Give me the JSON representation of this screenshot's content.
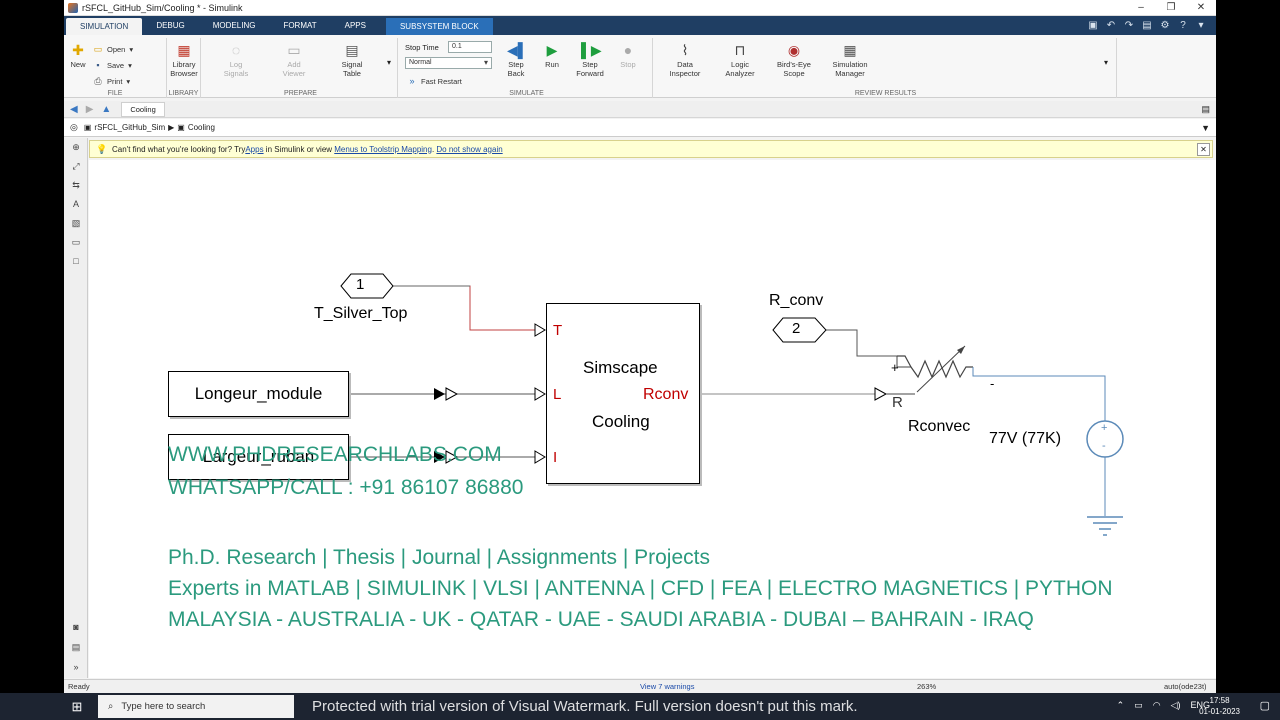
{
  "window": {
    "title": "rSFCL_GitHub_Sim/Cooling * - Simulink"
  },
  "tabs": [
    "SIMULATION",
    "DEBUG",
    "MODELING",
    "FORMAT",
    "APPS",
    "SUBSYSTEM BLOCK"
  ],
  "ribbon": {
    "file": {
      "label": "FILE",
      "new": "New",
      "open": "Open",
      "save": "Save",
      "print": "Print"
    },
    "library": {
      "label": "LIBRARY",
      "browser_1": "Library",
      "browser_2": "Browser"
    },
    "prepare": {
      "label": "PREPARE",
      "log_1": "Log",
      "log_2": "Signals",
      "add_1": "Add",
      "add_2": "Viewer",
      "table_1": "Signal",
      "table_2": "Table"
    },
    "simulate": {
      "label": "SIMULATE",
      "stop_time_label": "Stop Time",
      "stop_time": "0.1",
      "mode": "Normal",
      "fast_restart": "Fast Restart",
      "step_back_1": "Step",
      "step_back_2": "Back",
      "run": "Run",
      "step_fwd_1": "Step",
      "step_fwd_2": "Forward",
      "stop": "Stop"
    },
    "review": {
      "label": "REVIEW RESULTS",
      "di_1": "Data",
      "di_2": "Inspector",
      "la_1": "Logic",
      "la_2": "Analyzer",
      "be_1": "Bird's-Eye",
      "be_2": "Scope",
      "sm_1": "Simulation",
      "sm_2": "Manager"
    }
  },
  "nav": {
    "tab": "Cooling"
  },
  "address": {
    "root": "rSFCL_GitHub_Sim",
    "child": "Cooling"
  },
  "info": {
    "prefix": "Can't find what you're looking for? Try ",
    "apps_link": "Apps",
    "mid": " in Simulink or view ",
    "menus_link": "Menus to Toolstrip Mapping",
    "dot": ". ",
    "dismiss_link": "Do not show again"
  },
  "diagram": {
    "inport1_num": "1",
    "inport1_name": "T_Silver_Top",
    "outport2_num": "2",
    "outport2_name": "R_conv",
    "block1": "Longeur_module",
    "block2": "Largeur_ruban",
    "subsystem_line1": "Simscape",
    "subsystem_line2": "Cooling",
    "port_t": "T",
    "port_l": "L",
    "port_i": "I",
    "port_rconv": "Rconv",
    "port_r": "R",
    "resistor_name": "Rconvec",
    "plus": "+",
    "minus": "-",
    "source_label": "77V (77K)"
  },
  "watermark": {
    "line1": "WWW.PHDRESEARCHLABS.COM",
    "line2": "WHATSAPP/CALL : +91 86107 86880",
    "line3": "Ph.D. Research | Thesis | Journal | Assignments | Projects",
    "line4": "Experts in MATLAB | SIMULINK | VLSI | ANTENNA | CFD | FEA | ELECTRO MAGNETICS | PYTHON",
    "line5": "MALAYSIA - AUSTRALIA - UK - QATAR - UAE - SAUDI ARABIA - DUBAI – BAHRAIN - IRAQ"
  },
  "status": {
    "left": "Ready",
    "warnings": "View 7 warnings",
    "zoom": "263%",
    "solver": "auto(ode23t)"
  },
  "taskbar": {
    "search_placeholder": "Type here to search",
    "trial": "Protected with trial version of Visual Watermark. Full version doesn't put this mark.",
    "lang": "ENG",
    "time": "17:58",
    "date": "01-01-2023"
  }
}
